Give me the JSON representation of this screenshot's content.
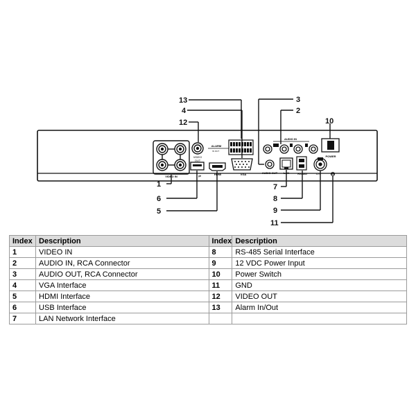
{
  "diagram": {
    "callouts": [
      {
        "id": "13",
        "text": "13"
      },
      {
        "id": "4",
        "text": "4"
      },
      {
        "id": "12",
        "text": "12"
      },
      {
        "id": "3",
        "text": "3"
      },
      {
        "id": "2",
        "text": "2"
      },
      {
        "id": "10",
        "text": "10"
      },
      {
        "id": "1",
        "text": "1"
      },
      {
        "id": "6",
        "text": "6"
      },
      {
        "id": "5",
        "text": "5"
      },
      {
        "id": "7",
        "text": "7"
      },
      {
        "id": "8",
        "text": "8"
      },
      {
        "id": "9",
        "text": "9"
      },
      {
        "id": "11",
        "text": "11"
      }
    ],
    "panel_labels": {
      "video_in": "VIDEO IN",
      "video_out": "VIDEO OUT",
      "alarm": "ALARM",
      "hdmi": "HDMI",
      "vga": "VGA",
      "audio_in": "AUDIO IN",
      "audio_out": "AUDIO OUT",
      "lan": "LAN",
      "rs485": "RS-485",
      "power": "POWER",
      "volt": "12V"
    }
  },
  "table": {
    "headers": [
      "Index",
      "Description",
      "Index",
      "Description"
    ],
    "rows": [
      [
        "1",
        "VIDEO IN",
        "8",
        "RS-485 Serial Interface"
      ],
      [
        "2",
        "AUDIO IN, RCA Connector",
        "9",
        "12 VDC Power Input"
      ],
      [
        "3",
        "AUDIO OUT, RCA Connector",
        "10",
        "Power Switch"
      ],
      [
        "4",
        "VGA Interface",
        "11",
        "GND"
      ],
      [
        "5",
        "HDMI Interface",
        "12",
        "VIDEO OUT"
      ],
      [
        "6",
        "USB Interface",
        "13",
        "Alarm In/Out"
      ],
      [
        "7",
        "LAN Network Interface",
        "",
        ""
      ]
    ]
  }
}
